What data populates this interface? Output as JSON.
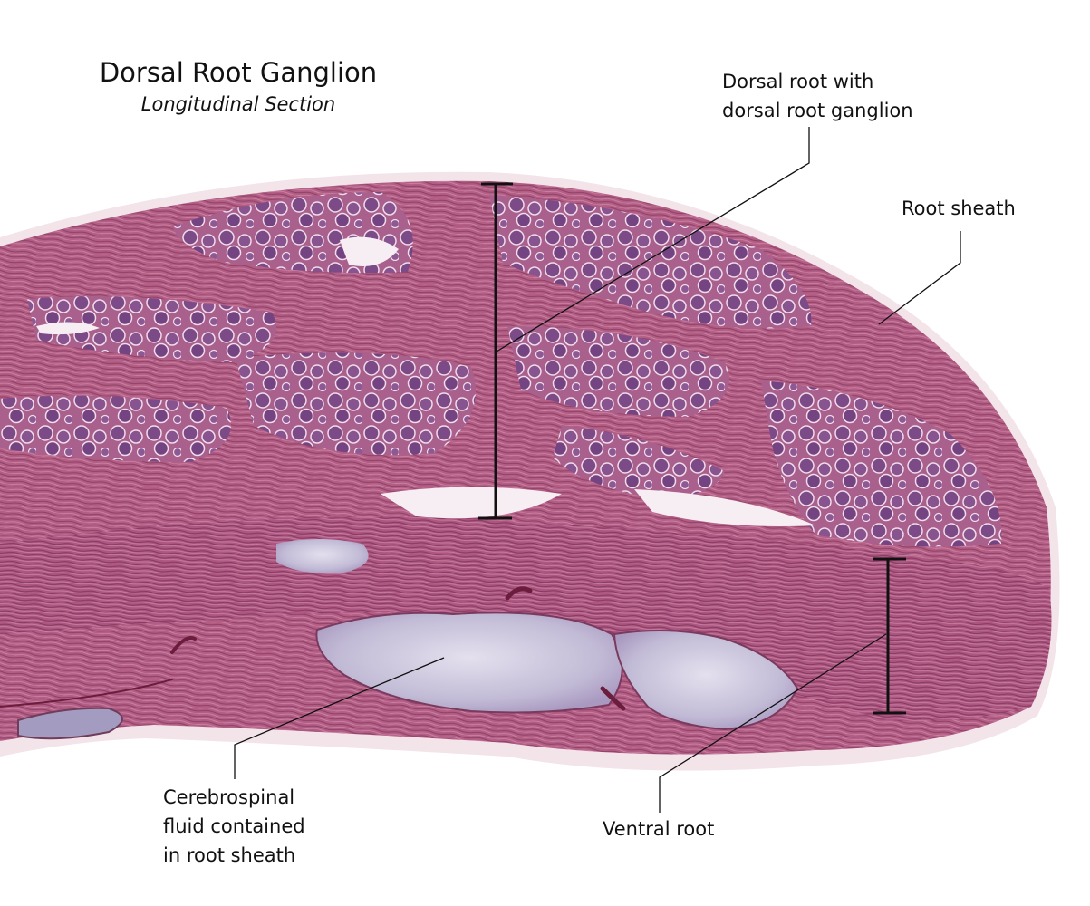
{
  "figure": {
    "title": "Dorsal Root Ganglion",
    "subtitle": "Longitudinal Section"
  },
  "labels": {
    "dorsal_root": "Dorsal root with\ndorsal root ganglion",
    "root_sheath": "Root sheath",
    "csf": "Cerebrospinal\nfluid contained\nin root sheath",
    "ventral_root": "Ventral root"
  },
  "colors": {
    "background": "#ffffff",
    "tissue_pink": "#b25c82",
    "neuron_purple": "#7c4a86",
    "csf_lavender": "#c7c0d9",
    "line": "#111111"
  }
}
